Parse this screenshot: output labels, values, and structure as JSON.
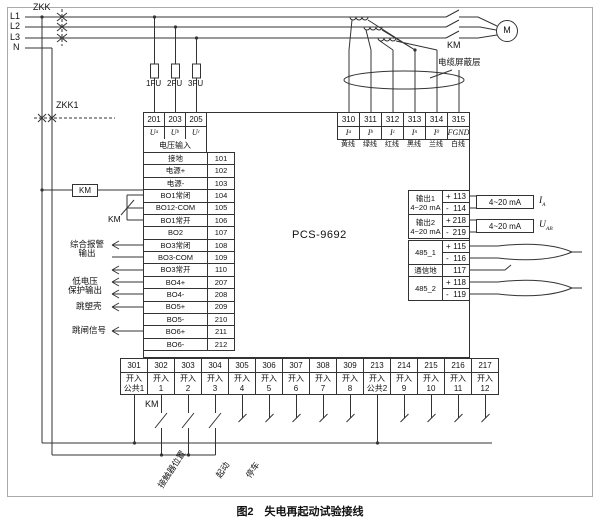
{
  "figure": {
    "caption": "图2　失电再起动试验接线"
  },
  "power": {
    "phases": [
      "L1",
      "L2",
      "L3",
      "N"
    ],
    "breaker_main": "ZKK",
    "breaker_aux": "ZKK1",
    "contactor_top": "KM",
    "motor": "M",
    "fuses": [
      "1FU",
      "2FU",
      "3FU"
    ],
    "cable_shield_label": "电缆屏蔽层"
  },
  "device": {
    "model": "PCS-9692",
    "voltage_input": {
      "title": "电压输入",
      "terminals": [
        {
          "num": "201",
          "base": "U",
          "sub": "a"
        },
        {
          "num": "203",
          "base": "U",
          "sub": "b"
        },
        {
          "num": "205",
          "base": "U",
          "sub": "c"
        }
      ]
    },
    "current_input": {
      "terminals": [
        {
          "num": "310",
          "base": "I",
          "sub": "a",
          "wire": "黄线"
        },
        {
          "num": "311",
          "base": "I",
          "sub": "b",
          "wire": "绿线"
        },
        {
          "num": "312",
          "base": "I",
          "sub": "c",
          "wire": "红线"
        },
        {
          "num": "313",
          "base": "I",
          "sub": "n",
          "wire": "黑线"
        },
        {
          "num": "314",
          "base": "I",
          "sub": "0",
          "wire": "兰线"
        },
        {
          "num": "315",
          "base": "FGND",
          "sub": "",
          "wire": "白线"
        }
      ]
    },
    "left_terminals": [
      {
        "label": "接地",
        "num": "101"
      },
      {
        "label": "电源+",
        "num": "102"
      },
      {
        "label": "电源-",
        "num": "103"
      },
      {
        "label": "BO1常闭",
        "num": "104"
      },
      {
        "label": "BO12-COM",
        "num": "105"
      },
      {
        "label": "BO1常开",
        "num": "106"
      },
      {
        "label": "BO2",
        "num": "107"
      },
      {
        "label": "BO3常闭",
        "num": "108"
      },
      {
        "label": "BO3-COM",
        "num": "109"
      },
      {
        "label": "BO3常开",
        "num": "110"
      },
      {
        "label": "BO4+",
        "num": "207"
      },
      {
        "label": "BO4-",
        "num": "208"
      },
      {
        "label": "BO5+",
        "num": "209"
      },
      {
        "label": "BO5-",
        "num": "210"
      },
      {
        "label": "BO6+",
        "num": "211"
      },
      {
        "label": "BO6-",
        "num": "212"
      }
    ],
    "analog_outputs": {
      "groups": [
        {
          "line1": "输出1",
          "line2": "4~20 mA",
          "terms": [
            {
              "sign": "+",
              "num": "113"
            },
            {
              "sign": "-",
              "num": "114"
            }
          ]
        },
        {
          "line1": "输出2",
          "line2": "4~20 mA",
          "terms": [
            {
              "sign": "+",
              "num": "218"
            },
            {
              "sign": "-",
              "num": "219"
            }
          ]
        }
      ],
      "external": [
        {
          "box": "4~20 mA",
          "base": "I",
          "sub": "A"
        },
        {
          "box": "4~20 mA",
          "base": "U",
          "sub": "AB"
        }
      ]
    },
    "comm": {
      "groups": [
        {
          "label": "485_1"
        },
        {
          "label": "通信地"
        },
        {
          "label": "485_2"
        }
      ],
      "terms": [
        {
          "sign": "+",
          "num": "115"
        },
        {
          "sign": "-",
          "num": "116"
        },
        {
          "sign": "",
          "num": "117"
        },
        {
          "sign": "+",
          "num": "118"
        },
        {
          "sign": "-",
          "num": "119"
        }
      ]
    },
    "binary_inputs": [
      {
        "num": "301",
        "l1": "开入",
        "l2": "公共1"
      },
      {
        "num": "302",
        "l1": "开入",
        "l2": "1"
      },
      {
        "num": "303",
        "l1": "开入",
        "l2": "2"
      },
      {
        "num": "304",
        "l1": "开入",
        "l2": "3"
      },
      {
        "num": "305",
        "l1": "开入",
        "l2": "4"
      },
      {
        "num": "306",
        "l1": "开入",
        "l2": "5"
      },
      {
        "num": "307",
        "l1": "开入",
        "l2": "6"
      },
      {
        "num": "308",
        "l1": "开入",
        "l2": "7"
      },
      {
        "num": "309",
        "l1": "开入",
        "l2": "8"
      },
      {
        "num": "213",
        "l1": "开入",
        "l2": "公共2"
      },
      {
        "num": "214",
        "l1": "开入",
        "l2": "9"
      },
      {
        "num": "215",
        "l1": "开入",
        "l2": "10"
      },
      {
        "num": "216",
        "l1": "开入",
        "l2": "11"
      },
      {
        "num": "217",
        "l1": "开入",
        "l2": "12"
      }
    ]
  },
  "left_annotations": {
    "km_coil": "KM",
    "km_contact": "KM",
    "alarm_l1": "综合报警",
    "alarm_l2": "输出",
    "lv_l1": "低电压",
    "lv_l2": "保护输出",
    "trip_mccb": "跳塑壳",
    "trip_signal": "跳闸信号"
  },
  "bottom_annotations": {
    "km": "KM",
    "contactor_pos": "接触器位置",
    "start": "起动",
    "stop": "停车"
  }
}
